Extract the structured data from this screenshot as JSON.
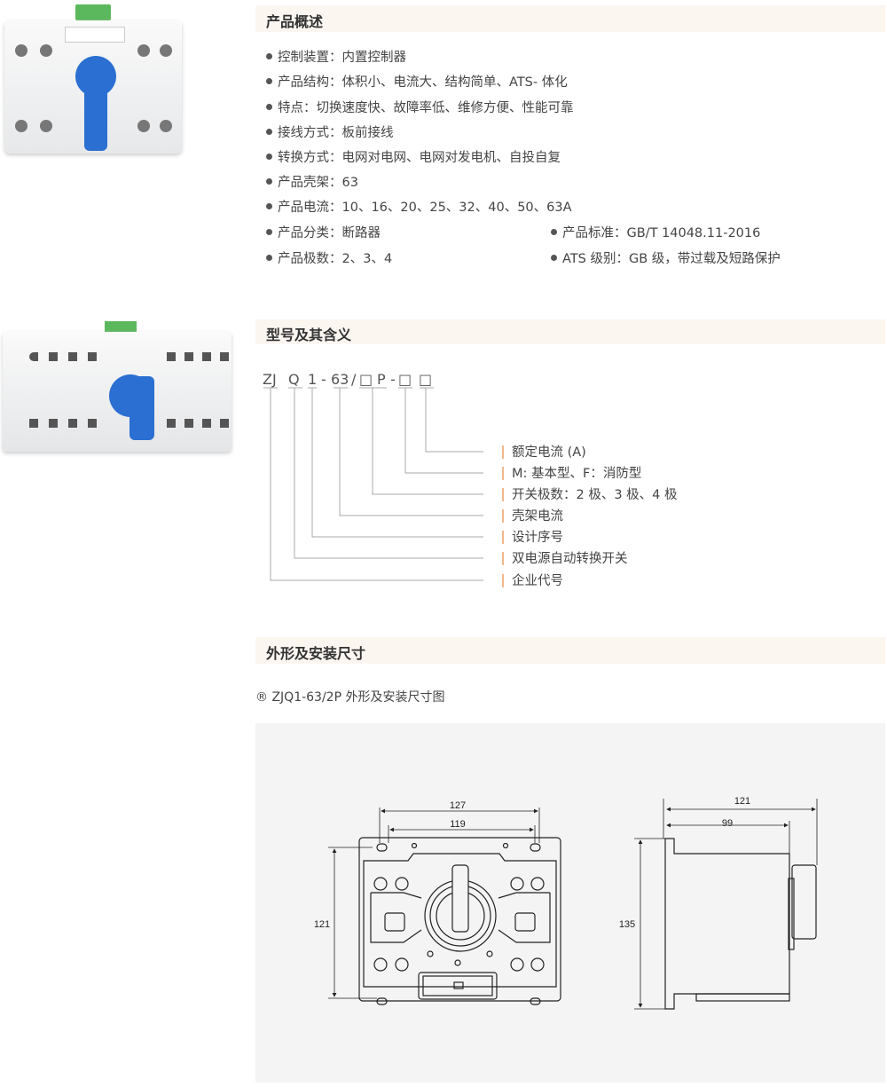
{
  "sections": {
    "overview": {
      "title": "产品概述",
      "items": [
        "控制装置：内置控制器",
        "产品结构：体积小、电流大、结构简单、ATS- 体化",
        "特点：切换速度快、故障率低、维修方便、性能可靠",
        "接线方式：板前接线",
        "转换方式：电网对电网、电网对发电机、自投自复",
        "产品壳架：63",
        "产品电流：10、16、20、25、32、40、50、63A",
        "产品分类：断路器",
        "产品极数：2、3、4"
      ],
      "items_right": [
        "产品标准：GB/T 14048.11-2016",
        "ATS 级别：GB 级，带过载及短路保护"
      ]
    },
    "model": {
      "title": "型号及其含义",
      "code": [
        "ZJ",
        "Q",
        "1",
        "-",
        "63",
        "/",
        "□",
        "P",
        "-",
        "□",
        "□"
      ],
      "legend": [
        "额定电流 (A)",
        "M: 基本型、F：消防型",
        "开关极数：2 极、3 极、4 极",
        "壳架电流",
        "设计序号",
        "双电源自动转换开关",
        "企业代号"
      ]
    },
    "dimensions": {
      "title": "外形及安装尺寸",
      "caption": "® ZJQ1-63/2P 外形及安装尺寸图",
      "front": {
        "w_outer": "127",
        "w_inner": "119",
        "h": "121"
      },
      "side": {
        "depth_total": "121",
        "depth_body": "99",
        "h": "135"
      }
    }
  },
  "colors": {
    "header_bg": "#fcf6f1",
    "legend_bar": "#f4b88a",
    "knob": "#2a6fd1",
    "terminal": "#4caf50"
  }
}
